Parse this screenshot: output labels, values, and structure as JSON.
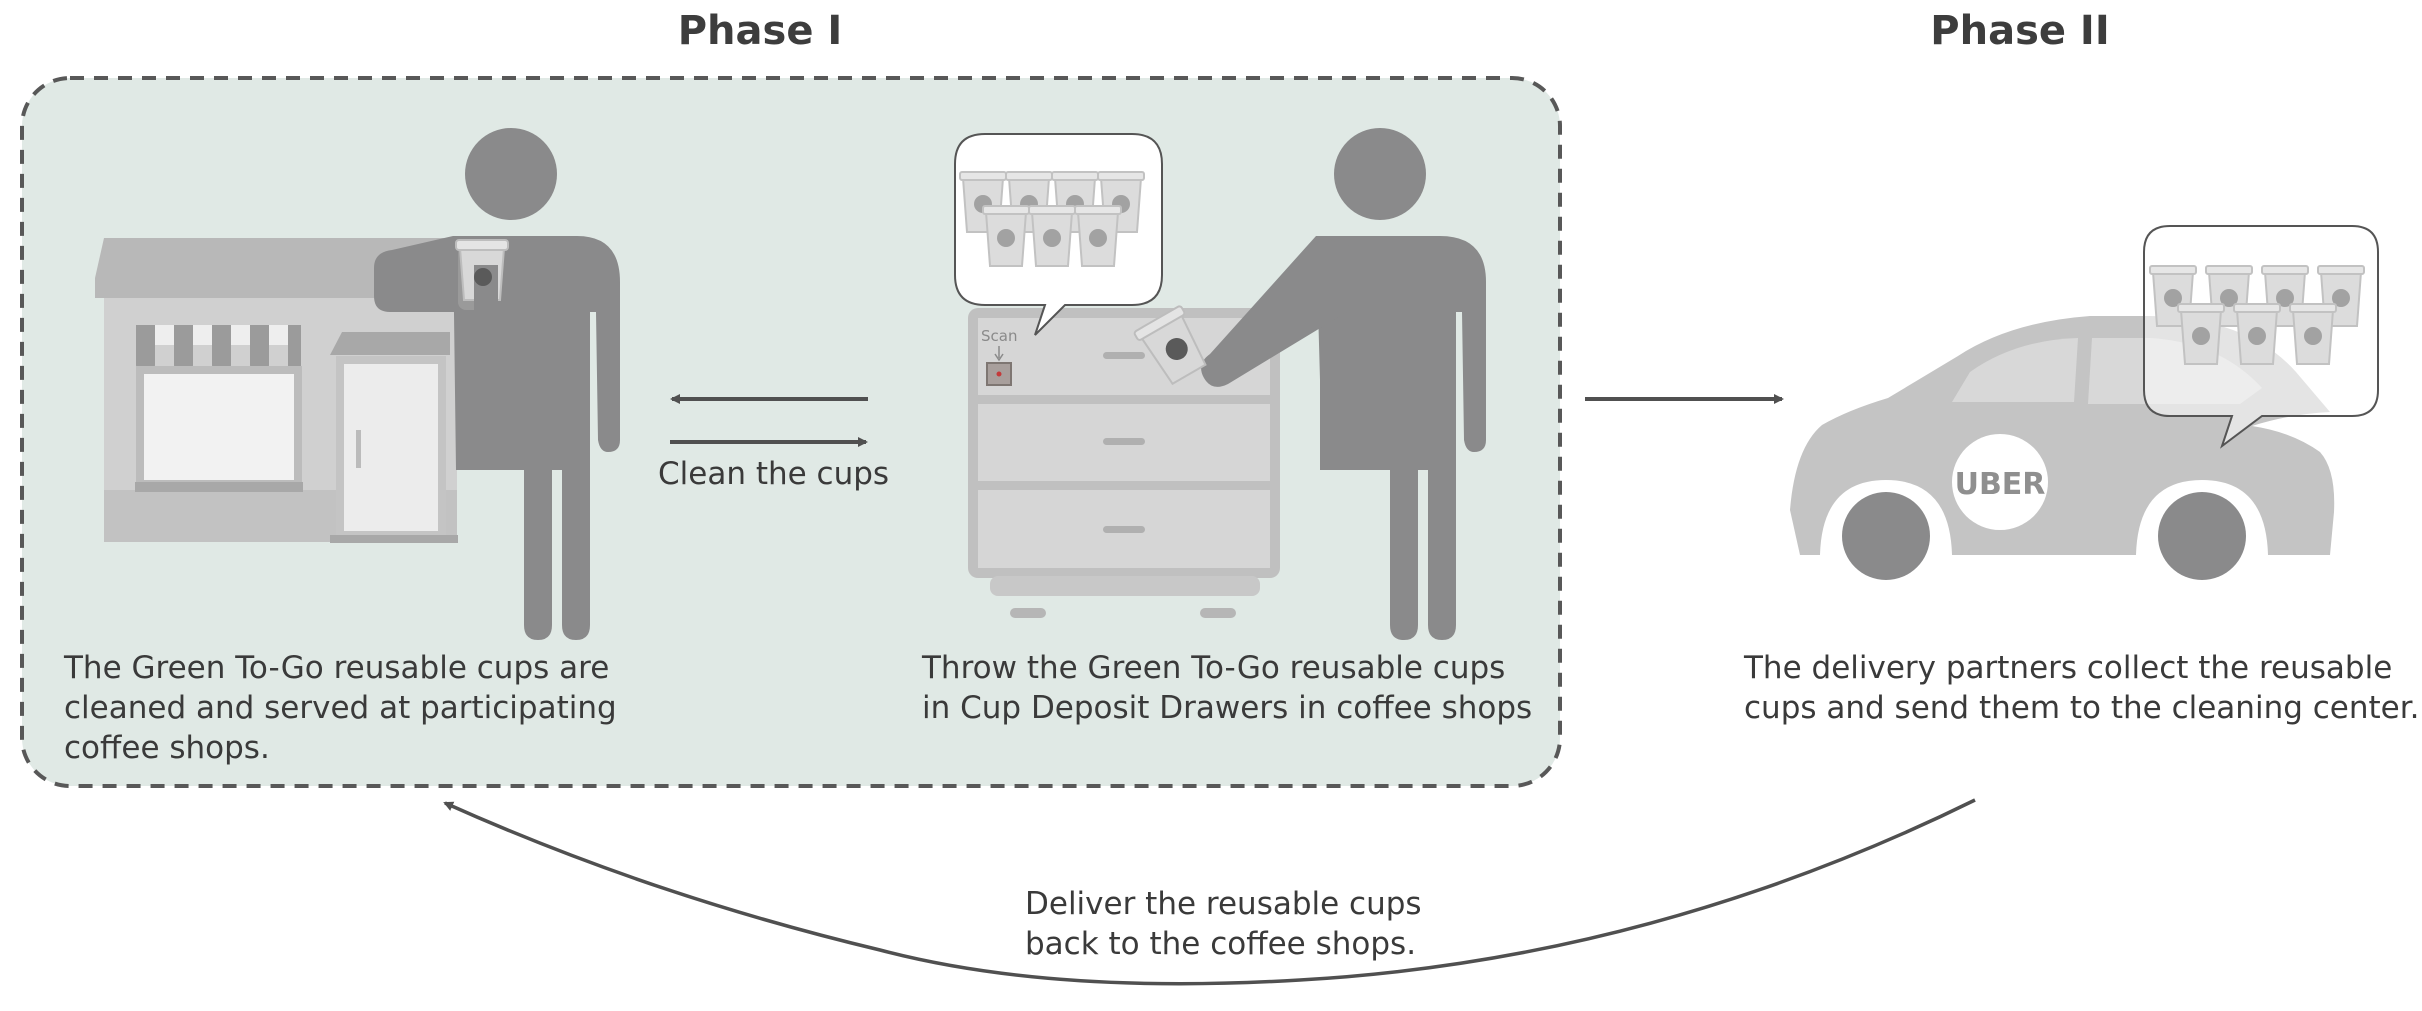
{
  "phases": [
    {
      "title": "Phase I"
    },
    {
      "title": "Phase II"
    }
  ],
  "captions": {
    "shop": [
      "The Green To-Go reusable cups are",
      "cleaned and served at participating",
      "coffee shops."
    ],
    "drawer": [
      "Throw the Green To-Go reusable cups",
      "in Cup Deposit Drawers in coffee shops"
    ],
    "car": [
      "The delivery partners collect the reusable",
      "cups and send them to the cleaning center."
    ],
    "deliver": [
      "Deliver the reusable cups",
      "back to the coffee shops."
    ]
  },
  "arrow_label": "Clean the cups",
  "scan_label": "Scan",
  "car_logo": "UBER",
  "colors": {
    "phase_bg": "#e0e9e5",
    "figure": "#8a8a8b",
    "light_grey": "#c9c9c9",
    "arrow": "#505050",
    "text": "#3a3a3a"
  }
}
